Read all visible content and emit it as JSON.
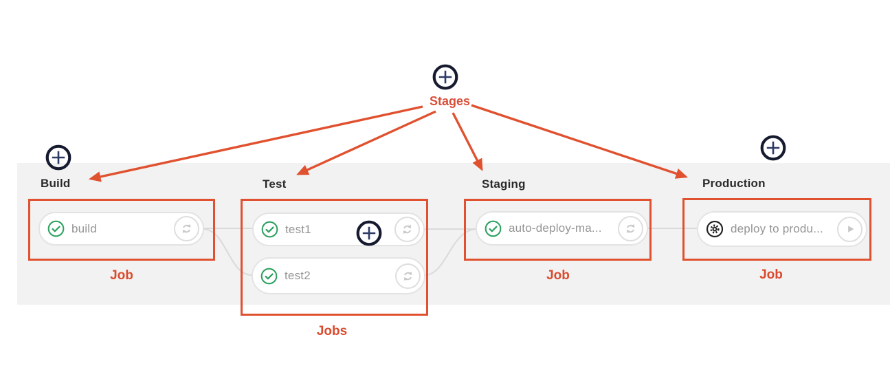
{
  "diagram": {
    "stages_label": "Stages",
    "accent_color": "#e0512f",
    "band_color": "#f2f2f2",
    "connector_color": "#dadada",
    "success_green": "#2da160",
    "job_text_color": "#949494"
  },
  "icons": {
    "add": "plus-circle",
    "status_success": "check-circle",
    "status_manual": "gear-circle",
    "action_retry": "retry-arrows",
    "action_play": "play-circle"
  },
  "stages": [
    {
      "title": "Build",
      "annotation_label": "Job",
      "jobs": [
        {
          "name": "build",
          "status": "success",
          "action": "retry"
        }
      ]
    },
    {
      "title": "Test",
      "annotation_label": "Jobs",
      "jobs": [
        {
          "name": "test1",
          "status": "success",
          "action": "retry"
        },
        {
          "name": "test2",
          "status": "success",
          "action": "retry"
        }
      ]
    },
    {
      "title": "Staging",
      "annotation_label": "Job",
      "jobs": [
        {
          "name": "auto-deploy-ma...",
          "status": "success",
          "action": "retry"
        }
      ]
    },
    {
      "title": "Production",
      "annotation_label": "Job",
      "jobs": [
        {
          "name": "deploy to produ...",
          "status": "manual",
          "action": "play"
        }
      ]
    }
  ]
}
